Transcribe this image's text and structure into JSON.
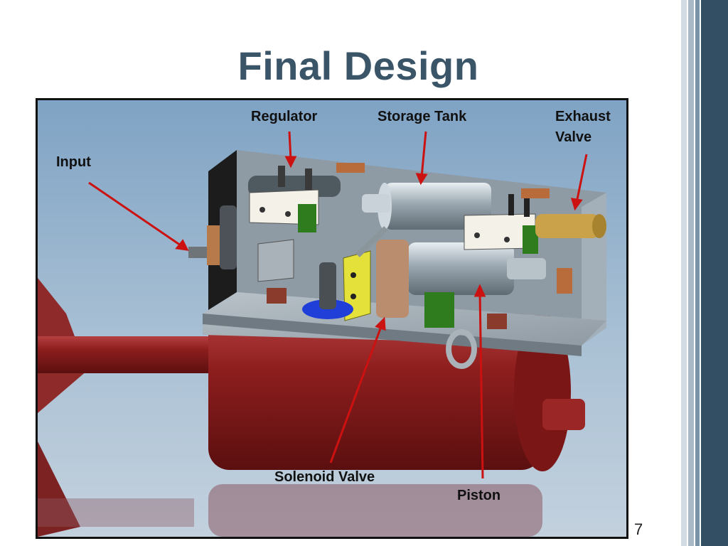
{
  "slide": {
    "title": "Final Design",
    "page_number": "7"
  },
  "labels": {
    "input": "Input",
    "regulator": "Regulator",
    "storage_tank": "Storage Tank",
    "exhaust_valve": "Exhaust\nValve",
    "solenoid_valve": "Solenoid Valve",
    "piston": "Piston"
  },
  "colors": {
    "title": "#3b5568",
    "sidebar": "#334f63",
    "arrow": "#cc1111",
    "cylinder": "#8b1d1d",
    "background": "#aebfcf"
  }
}
